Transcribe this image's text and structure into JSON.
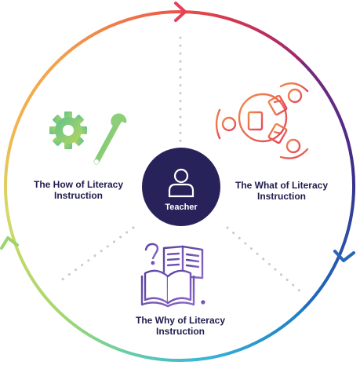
{
  "center": {
    "label": "Teacher",
    "color": "#28225a",
    "icon": "person-icon"
  },
  "segments": {
    "how": {
      "line1": "The How of Literacy",
      "line2": "Instruction",
      "icon": "gear-and-wrench-icon"
    },
    "what": {
      "line1": "The What of Literacy",
      "line2": "Instruction",
      "icon": "people-around-table-icon"
    },
    "why": {
      "line1": "The Why of Literacy",
      "line2": "Instruction",
      "icon": "open-books-question-icon"
    }
  },
  "ring": {
    "direction": "clockwise",
    "gradient": [
      "#e8364f",
      "#b52a6a",
      "#3a2c8a",
      "#1d6ec0",
      "#39b5d8",
      "#6ed0a0",
      "#c7d96a",
      "#f4a24a",
      "#ee6a45"
    ]
  },
  "colors": {
    "text": "#1f1b4d",
    "divider": "#c9c9c9",
    "how_icon": [
      "#5cc28d",
      "#b7d65f"
    ],
    "what_icon": [
      "#ef8b4b",
      "#e5465a"
    ],
    "why_icon": [
      "#5a3f9c",
      "#8a67c7"
    ]
  }
}
